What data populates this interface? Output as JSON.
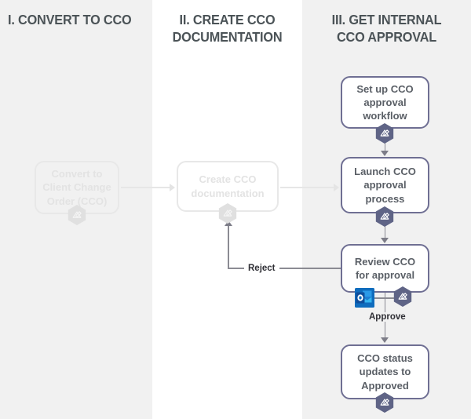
{
  "lanes": [
    {
      "id": "convert-to-cco",
      "title": "I. CONVERT TO CCO"
    },
    {
      "id": "create-cco-doc",
      "title": "II. CREATE CCO\nDOCUMENTATION"
    },
    {
      "id": "internal-approval",
      "title": "III. GET INTERNAL\nCCO APPROVAL"
    }
  ],
  "nodes": [
    {
      "id": "convert-to-client-change-order",
      "label": "Convert to\nClient Change\nOrder (CCO)",
      "state": "faded",
      "badge": "signature-icon"
    },
    {
      "id": "create-cco-documentation",
      "label": "Create CCO\ndocumentation",
      "state": "faded",
      "badge": "signature-icon"
    },
    {
      "id": "set-up-cco-approval-workflow",
      "label": "Set up CCO\napproval\nworkflow",
      "state": "active",
      "badge": "signature-icon"
    },
    {
      "id": "launch-cco-approval-process",
      "label": "Launch CCO\napproval\nprocess",
      "state": "active",
      "badge": "signature-icon"
    },
    {
      "id": "review-cco-for-approval",
      "label": "Review CCO\nfor approval",
      "state": "active",
      "badge": "signature-icon",
      "app_badge": "outlook-icon"
    },
    {
      "id": "cco-status-updates-to-approved",
      "label": "CCO status\nupdates to\nApproved",
      "state": "active",
      "badge": "signature-icon"
    }
  ],
  "edges": {
    "reject_label": "Reject",
    "approve_label": "Approve"
  },
  "colors": {
    "lane_background": "#f1f1f1",
    "lane_background_alt": "#ffffff",
    "heading_text": "#4b5357",
    "node_border_active": "#6f6f93",
    "node_border_faded": "#e8e8e8",
    "node_text_active": "#5a5f66",
    "badge_active": "#5f6486",
    "badge_faded": "#e0e0e0",
    "connector": "#8b8b93",
    "connector_faded": "#e6e6e6",
    "outlook_blue": "#0f6cbd",
    "edge_label_text": "#2f2f35"
  }
}
